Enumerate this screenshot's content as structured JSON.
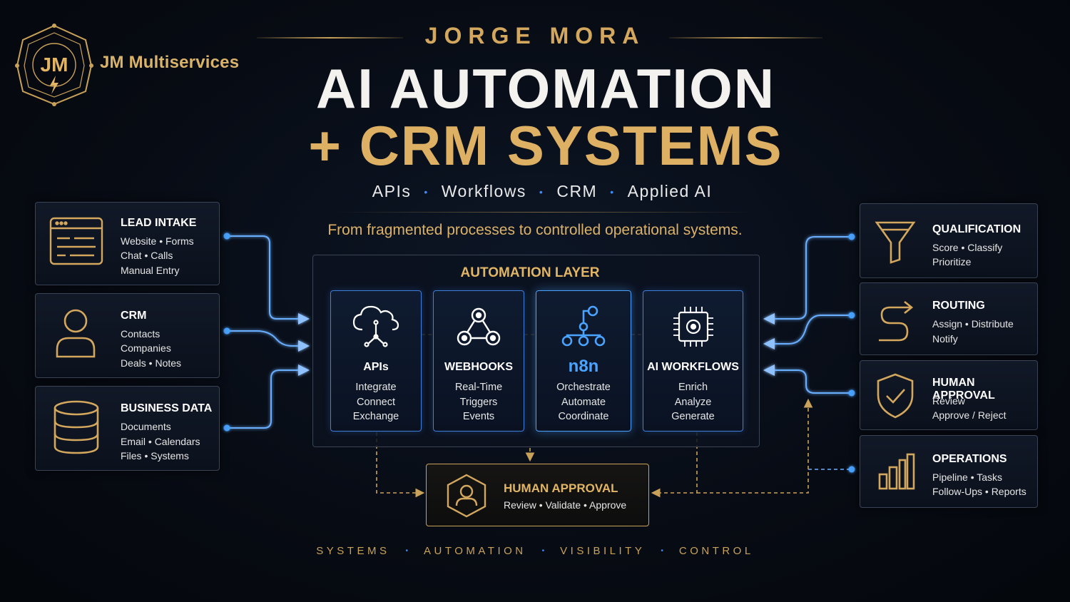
{
  "brand": {
    "monogram": "JM",
    "name": "JM Multiservices"
  },
  "header": {
    "author": "JORGE MORA",
    "title_line1": "AI AUTOMATION",
    "title_line2": "+ CRM SYSTEMS",
    "keywords": [
      "APIs",
      "Workflows",
      "CRM",
      "Applied AI"
    ],
    "separator": "•",
    "tagline": "From fragmented processes to controlled operational systems."
  },
  "inputs": [
    {
      "title": "LEAD INTAKE",
      "icon": "browser-form-icon",
      "lines": [
        "Website • Forms",
        "Chat • Calls",
        "Manual Entry"
      ]
    },
    {
      "title": "CRM",
      "icon": "user-icon",
      "lines": [
        "Contacts",
        "Companies",
        "Deals • Notes"
      ]
    },
    {
      "title": "BUSINESS DATA",
      "icon": "database-icon",
      "lines": [
        "Documents",
        "Email • Calendars",
        "Files • Systems"
      ]
    }
  ],
  "automation_layer": {
    "title": "AUTOMATION LAYER",
    "modules": [
      {
        "title": "APIs",
        "icon": "cloud-network-icon",
        "lines": [
          "Integrate",
          "Connect",
          "Exchange"
        ]
      },
      {
        "title": "WEBHOOKS",
        "icon": "webhook-icon",
        "lines": [
          "Real-Time",
          "Triggers",
          "Events"
        ]
      },
      {
        "title": "n8n",
        "icon": "workflow-tree-icon",
        "lines": [
          "Orchestrate",
          "Automate",
          "Coordinate"
        ]
      },
      {
        "title": "AI WORKFLOWS",
        "icon": "ai-chip-icon",
        "lines": [
          "Enrich",
          "Analyze",
          "Generate"
        ]
      }
    ]
  },
  "human_approval_center": {
    "title": "HUMAN APPROVAL",
    "subtitle": "Review • Validate • Approve",
    "icon": "user-hexagon-icon"
  },
  "outputs": [
    {
      "title": "QUALIFICATION",
      "icon": "funnel-icon",
      "lines": [
        "Score • Classify",
        "Prioritize"
      ]
    },
    {
      "title": "ROUTING",
      "icon": "route-arrow-icon",
      "lines": [
        "Assign • Distribute",
        "Notify"
      ]
    },
    {
      "title": "HUMAN APPROVAL",
      "icon": "shield-check-icon",
      "lines": [
        "Review",
        "Approve / Reject"
      ]
    },
    {
      "title": "OPERATIONS",
      "icon": "bar-chart-icon",
      "lines": [
        "Pipeline • Tasks",
        "Follow-Ups • Reports"
      ]
    }
  ],
  "footer": [
    "SYSTEMS",
    "AUTOMATION",
    "VISIBILITY",
    "CONTROL"
  ],
  "colors": {
    "gold": "#d3a85e",
    "blue": "#3d8bff",
    "background": "#070b13",
    "card_border": "#3a4455"
  }
}
